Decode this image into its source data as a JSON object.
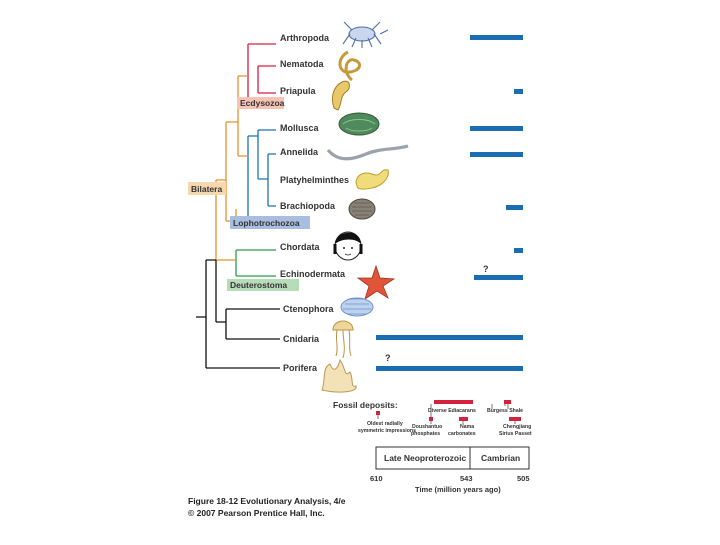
{
  "colors": {
    "ecdysozoa": "#d4213d",
    "lophotrochozoa": "#1f70b8",
    "deuterostoma": "#2e9a48",
    "bilatera": "#e8922a",
    "basal": "#111111",
    "range_bar": "#1b6db3",
    "fossil_bar": "#d4213d",
    "ecdysozoa_bg": "#f6c3b4",
    "lophotrochozoa_bg": "#a9bde0",
    "deuterostoma_bg": "#b7dcb8",
    "bilatera_bg": "#f7d7ae"
  },
  "taxa": [
    {
      "name": "Arthropoda",
      "icon": "arthropod-icon"
    },
    {
      "name": "Nematoda",
      "icon": "nematode-icon"
    },
    {
      "name": "Priapula",
      "icon": "priapulid-icon"
    },
    {
      "name": "Mollusca",
      "icon": "mollusc-icon"
    },
    {
      "name": "Annelida",
      "icon": "annelid-icon"
    },
    {
      "name": "Platyhelminthes",
      "icon": "flatworm-icon"
    },
    {
      "name": "Brachiopoda",
      "icon": "brachiopod-icon"
    },
    {
      "name": "Chordata",
      "icon": "human-face-icon"
    },
    {
      "name": "Echinodermata",
      "icon": "starfish-icon"
    },
    {
      "name": "Ctenophora",
      "icon": "comb-jelly-icon"
    },
    {
      "name": "Cnidaria",
      "icon": "jellyfish-icon"
    },
    {
      "name": "Porifera",
      "icon": "sponge-icon"
    }
  ],
  "clades": {
    "ecdysozoa": "Ecdysozoa",
    "lophotrochozoa": "Lophotrochozoa",
    "deuterostoma": "Deuterostoma",
    "bilatera": "Bilatera"
  },
  "uncertain_marks": {
    "echinodermata": "?",
    "porifera": "?"
  },
  "fossil_deposits": {
    "title": "Fossil deposits:",
    "oldest_radially": "Oldest radially",
    "symmetric_impressions": "symmetric impressions",
    "diverse_ediacarans": "Diverse Ediacarans",
    "burgess_shale": "Burgess Shale",
    "doushantuo": "Doushantuo",
    "phosphates": "phosphates",
    "nama": "Nama",
    "carbonates": "carbonates",
    "chengjiang": "Chengjiang",
    "sirius_passet": "Sirius Passet"
  },
  "timescale": {
    "late_neoproterozoic": "Late Neoproterozoic",
    "cambrian": "Cambrian",
    "ticks": [
      "610",
      "543",
      "505"
    ],
    "axis_label": "Time (million years ago)"
  },
  "caption": {
    "line1": "Figure 18-12 Evolutionary Analysis, 4/e",
    "line2": "© 2007 Pearson Prentice Hall, Inc."
  }
}
